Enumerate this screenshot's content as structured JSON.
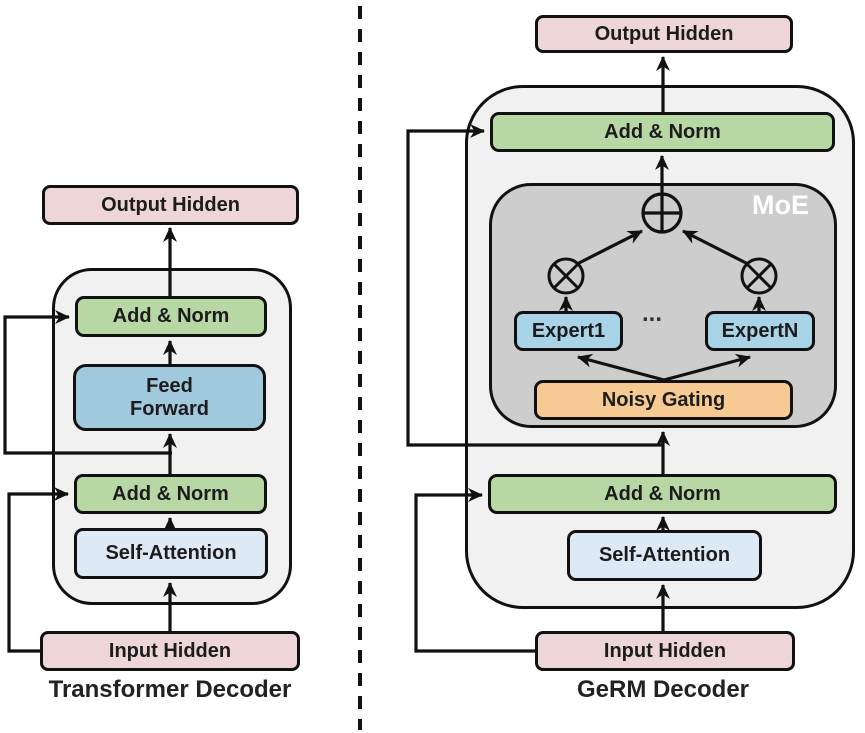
{
  "panels": {
    "left": {
      "caption": "Transformer Decoder",
      "boxes": {
        "output_hidden": "Output Hidden",
        "add_norm_top": "Add & Norm",
        "feed_forward": "Feed\nForward",
        "add_norm_bottom": "Add & Norm",
        "self_attention": "Self-Attention",
        "input_hidden": "Input Hidden"
      }
    },
    "right": {
      "caption": "GeRM Decoder",
      "moe_label": "MoE",
      "ellipsis": "...",
      "boxes": {
        "output_hidden": "Output Hidden",
        "add_norm_top": "Add & Norm",
        "expert_1": "Expert1",
        "expert_n": "ExpertN",
        "noisy_gating": "Noisy Gating",
        "add_norm_bottom": "Add & Norm",
        "self_attention": "Self-Attention",
        "input_hidden": "Input Hidden"
      }
    },
    "icons": {
      "sum_node": "circled-plus-sum",
      "product_node_left": "circled-times-multiply",
      "product_node_right": "circled-times-multiply",
      "divider": "vertical-dashed-separator"
    },
    "colors": {
      "hidden_pink": "#eed6d8",
      "add_norm_green": "#b7d7a5",
      "feed_forward_blue": "#a0c9de",
      "self_attention_blue": "#dde9f4",
      "expert_blue": "#a9d4e8",
      "gating_orange": "#f6ca92",
      "decoder_container_gray": "#f1f1f1",
      "moe_gray": "#cdcdcd",
      "line_black": "#111111",
      "moe_label_white": "#ffffff"
    }
  }
}
